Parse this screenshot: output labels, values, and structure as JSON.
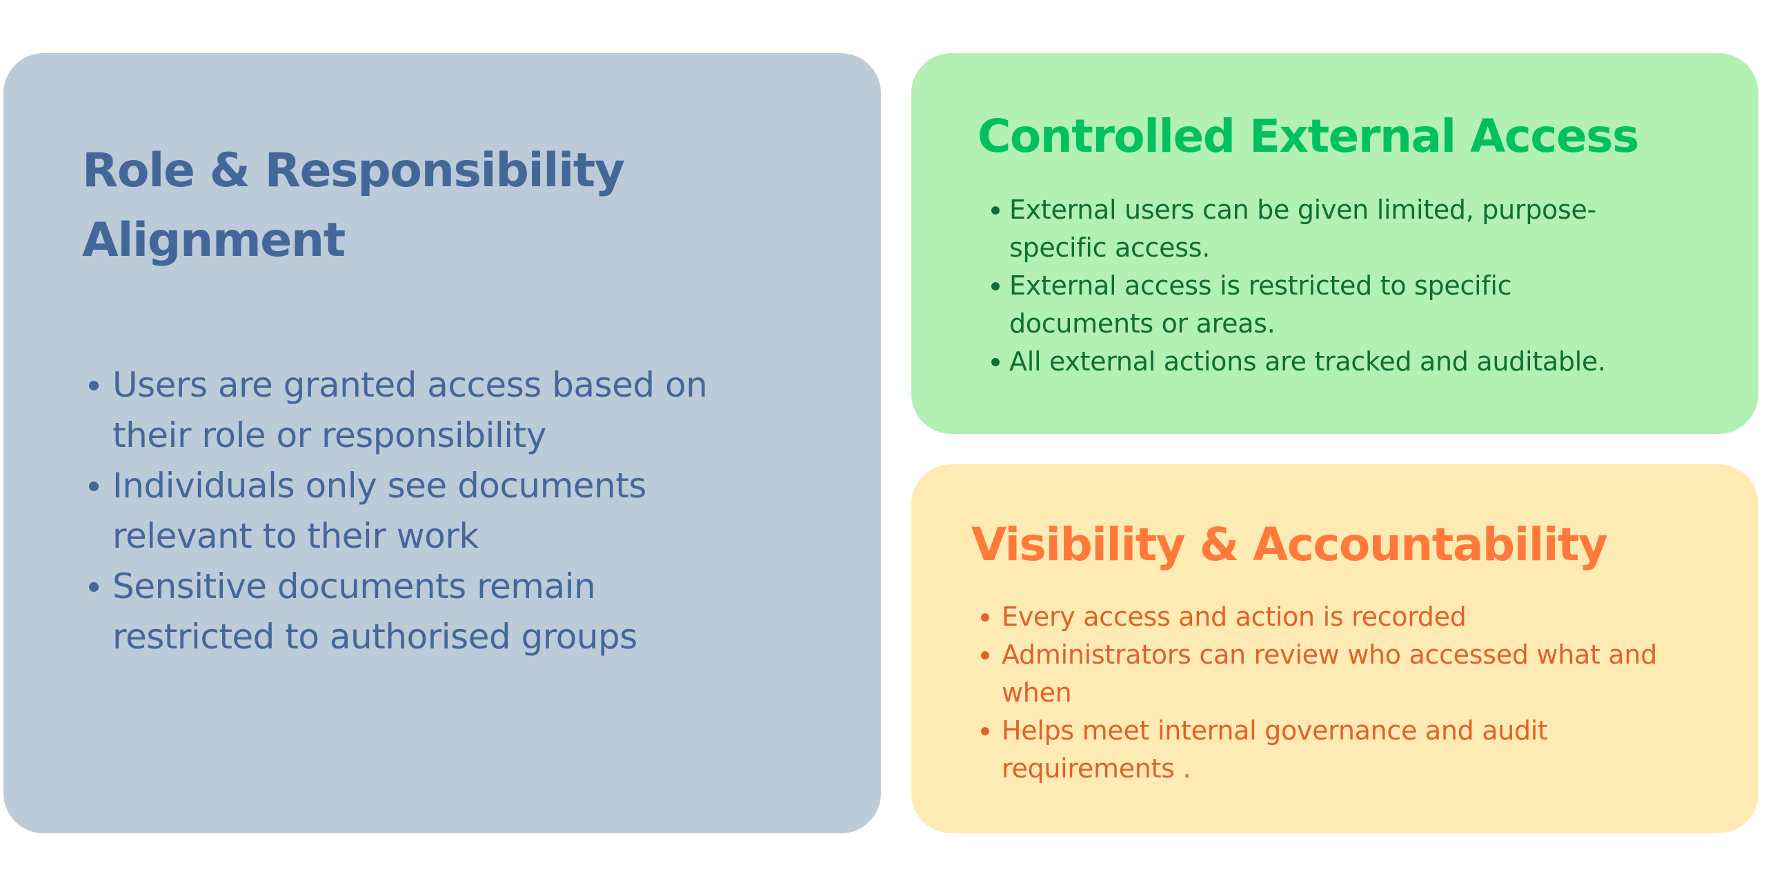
{
  "cards": [
    {
      "title": "Role & Responsibility Alignment",
      "bullets": [
        "Users are granted access based on their role or responsibility",
        "Individuals only see documents relevant to their work",
        "Sensitive documents remain restricted to authorised groups"
      ],
      "colors": {
        "background": "#bccbd8",
        "title": "#44679a",
        "text": "#44679a"
      }
    },
    {
      "title": "Controlled External Access",
      "bullets": [
        "External users can be given limited, purpose-specific access.",
        "External access is restricted to specific documents or areas.",
        "All external actions are tracked and auditable."
      ],
      "colors": {
        "background": "#b3f0b4",
        "title": "#00c060",
        "text": "#0f6e36"
      }
    },
    {
      "title": "Visibility & Accountability",
      "bullets": [
        "Every access and action is recorded",
        "Administrators can review who accessed what and when",
        "Helps meet internal governance and audit requirements ."
      ],
      "colors": {
        "background": "#feebb4",
        "title": "#ff7a3a",
        "text": "#e0622a"
      }
    }
  ]
}
